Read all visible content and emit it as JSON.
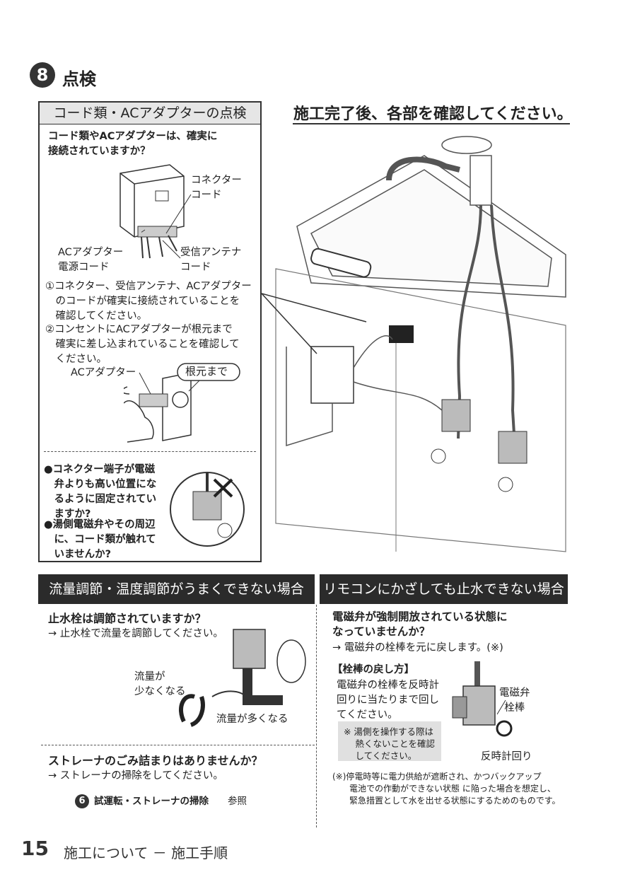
{
  "header": {
    "step_number": "8",
    "title": "点検"
  },
  "cord_check": {
    "heading": "コード類・ACアダプターの点検",
    "question": "コード類やACアダプターは、確実に\n接続されていますか？",
    "label_connector_cord": "コネクター\nコード",
    "label_ac_cord": "ACアダプター\n電源コード",
    "label_antenna_cord": "受信アンテナ\nコード",
    "check1": "①コネクター、受信アンテナ、ACアダプター\n　のコードが確実に接続されていることを\n　確認してください。",
    "check2": "②コンセントにACアダプターが根元まで\n　確実に差し込まれていることを確認して\n　ください。",
    "label_ac_adapter": "ACアダプター",
    "label_to_base": "根元まで",
    "bullet1": "●コネクター端子が電磁\n　弁よりも高い位置にな\n　るように固定されてい\n　ますか?",
    "bullet2": "●湯側電磁弁やその周辺\n　に、コード類が触れて\n　いませんか?"
  },
  "main_heading": "施工完了後、各部を確認してください。",
  "flow_section": {
    "bar_title": "流量調節・温度調節がうまくできない場合",
    "q1": "止水栓は調節されていますか？",
    "a1": "→ 止水栓で流量を調節してください。",
    "label_less": "流量が\n少なくなる",
    "label_more": "流量が多くなる",
    "q2": "ストレーナのごみ詰まりはありませんか？",
    "a2": "→ ストレーナの掃除をしてください。",
    "ref_number": "6",
    "ref_text": "試運転・ストレーナの掃除",
    "ref_suffix": "参照"
  },
  "remote_section": {
    "bar_title": "リモコンにかざしても止水できない場合",
    "q1": "電磁弁が強制開放されている状態に\nなっていませんか？",
    "a1": "→ 電磁弁の栓棒を元に戻します。(※)",
    "howto_title": "【栓棒の戻し方】",
    "howto_text": "電磁弁の栓棒を反時計\n回りに当たりまで回し\nてください。",
    "note": "※ 湯側を操作する際は\n　 熱くないことを確認\n　 してください。",
    "label_valve": "電磁弁\n栓棒",
    "label_ccw": "反時計回り",
    "footnote": "(※)停電時等に電力供給が遮断され、かつバックアップ\n　　電池での作動ができない状態 に陥った場合を想定し、\n　　緊急措置として水を出せる状態にするためのものです。"
  },
  "footer": {
    "page_number": "15",
    "text": "施工について － 施工手順"
  }
}
